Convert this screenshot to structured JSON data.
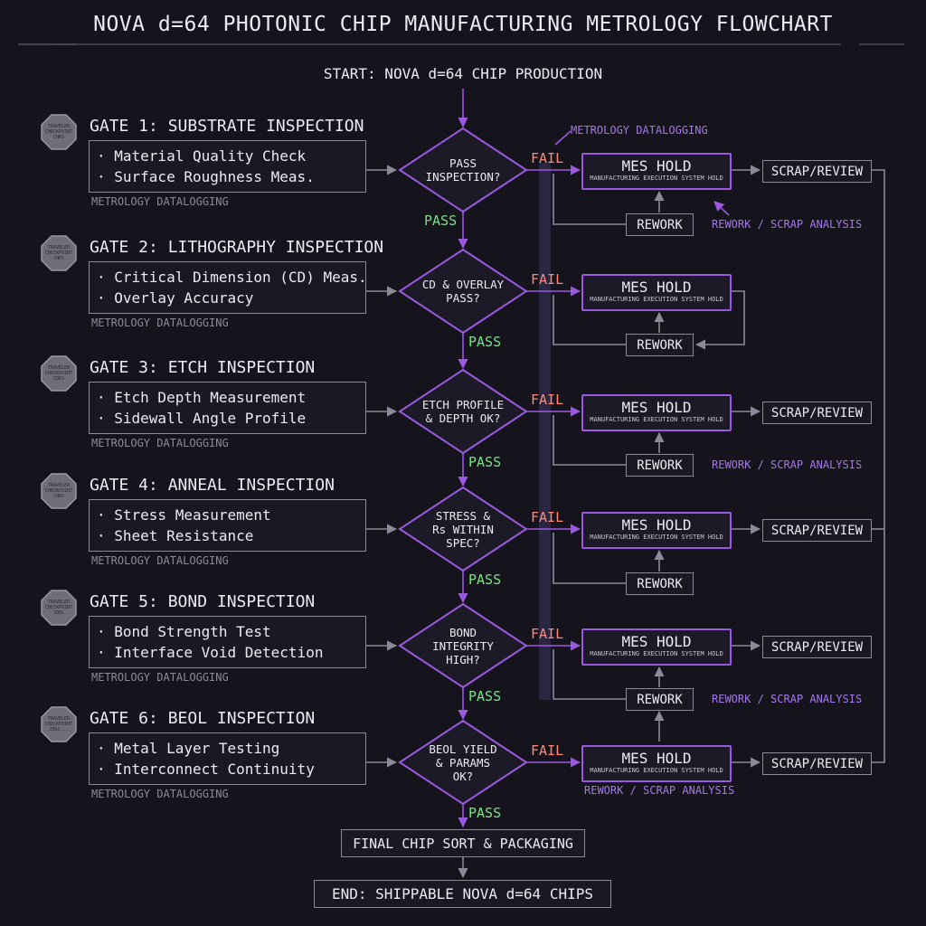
{
  "title": "NOVA d=64 PHOTONIC CHIP MANUFACTURING METROLOGY FLOWCHART",
  "start_label": "START: NOVA d=64 CHIP PRODUCTION",
  "metrology_note": "METROLOGY DATALOGGING",
  "gates": [
    {
      "badge": "TRAVELER CHECKPOINT CHKS",
      "title": "GATE 1: SUBSTRATE INSPECTION",
      "items": [
        "· Material Quality Check",
        "· Surface Roughness Meas."
      ],
      "log": "METROLOGY DATALOGGING",
      "decision": [
        "PASS",
        "INSPECTION?"
      ],
      "fail": "FAIL",
      "pass": "PASS",
      "mes": "MES HOLD",
      "mes_sub": "MANUFACTURING EXECUTION SYSTEM HOLD",
      "rework": "REWORK",
      "scrap": "SCRAP/REVIEW",
      "note": "REWORK / SCRAP ANALYSIS"
    },
    {
      "badge": "TRAVELER CHECKPOINT CHKS",
      "title": "GATE 2: LITHOGRAPHY INSPECTION",
      "items": [
        "· Critical Dimension (CD) Meas.",
        "· Overlay Accuracy"
      ],
      "log": "METROLOGY DATALOGGING",
      "decision": [
        "CD & OVERLAY",
        "PASS?"
      ],
      "fail": "FAIL",
      "pass": "PASS",
      "mes": "MES HOLD",
      "mes_sub": "MANUFACTURING EXECUTION SYSTEM HOLD",
      "rework": "REWORK",
      "scrap": "",
      "note": ""
    },
    {
      "badge": "TRAVELER CHECKPOINT CDKS",
      "title": "GATE 3: ETCH INSPECTION",
      "items": [
        "· Etch Depth Measurement",
        "· Sidewall Angle Profile"
      ],
      "log": "METROLOGY DATALOGGING",
      "decision": [
        "ETCH PROFILE",
        "& DEPTH OK?"
      ],
      "fail": "FAIL",
      "pass": "PASS",
      "mes": "MES HOLD",
      "mes_sub": "MANUFACTURING EXECUTION SYSTEM HOLD",
      "rework": "REWORK",
      "scrap": "SCRAP/REVIEW",
      "note": "REWORK / SCRAP ANALYSIS"
    },
    {
      "badge": "TRAVELER CHECKPOINT CHKS",
      "title": "GATE 4: ANNEAL INSPECTION",
      "items": [
        "· Stress Measurement",
        "· Sheet Resistance"
      ],
      "log": "METROLOGY DATALOGGING",
      "decision": [
        "STRESS &",
        "Rs WITHIN",
        "SPEC?"
      ],
      "fail": "FAIL",
      "pass": "PASS",
      "mes": "MES HOLD",
      "mes_sub": "MANUFACTURING EXECUTION SYSTEM HOLD",
      "rework": "REWORK",
      "scrap": "SCRAP/REVIEW",
      "note": ""
    },
    {
      "badge": "TRAVELER CHECKPOINT SDEL",
      "title": "GATE 5: BOND INSPECTION",
      "items": [
        "· Bond Strength Test",
        "· Interface Void Detection"
      ],
      "log": "METROLOGY DATALOGGING",
      "decision": [
        "BOND",
        "INTEGRITY",
        "HIGH?"
      ],
      "fail": "FAIL",
      "pass": "PASS",
      "mes": "MES HOLD",
      "mes_sub": "MANUFACTURING EXECUTION SYSTEM HOLD",
      "rework": "REWORK",
      "scrap": "SCRAP/REVIEW",
      "note": "REWORK / SCRAP ANALYSIS"
    },
    {
      "badge": "TRAVELER CHECKPOINT ZDKJ...",
      "title": "GATE 6: BEOL INSPECTION",
      "items": [
        "· Metal Layer Testing",
        "· Interconnect Continuity"
      ],
      "log": "METROLOGY DATALOGGING",
      "decision": [
        "BEOL YIELD",
        "& PARAMS",
        "OK?"
      ],
      "fail": "FAIL",
      "pass": "PASS",
      "mes": "MES HOLD",
      "mes_sub": "MANUFACTURING EXECUTION SYSTEM HOLD",
      "rework": "",
      "scrap": "SCRAP/REVIEW",
      "note": "REWORK / SCRAP ANALYSIS"
    }
  ],
  "final_sort": "FINAL CHIP SORT & PACKAGING",
  "end_label": "END: SHIPPABLE NOVA d=64 CHIPS",
  "colors": {
    "background": "#15141c",
    "accent_purple": "#9b59e0",
    "fail_red": "#ff8a7a",
    "pass_green": "#7ee08a",
    "grey_line": "#8c8a98"
  }
}
